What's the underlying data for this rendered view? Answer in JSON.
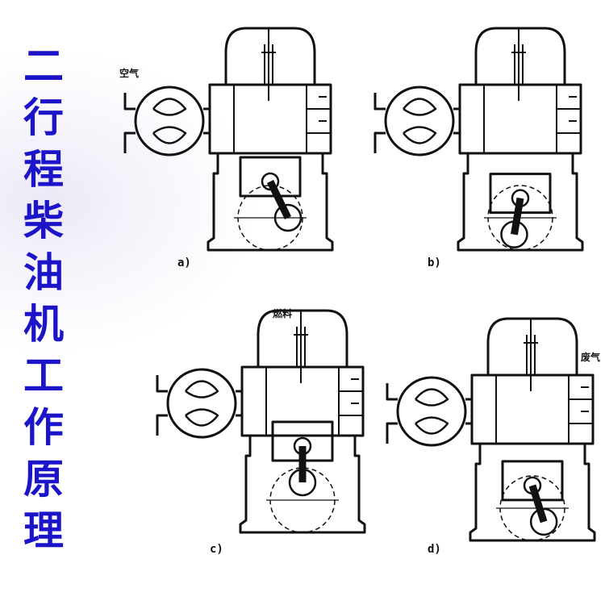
{
  "title": [
    "二",
    "行",
    "程",
    "柴",
    "油",
    "机",
    "工",
    "作",
    "原",
    "理"
  ],
  "panels": [
    {
      "caption": "a)",
      "crank_angle_deg": 90,
      "side_label": "空气",
      "top_label": ""
    },
    {
      "caption": "b)",
      "crank_angle_deg": 200,
      "side_label": "",
      "top_label": ""
    },
    {
      "caption": "c)",
      "crank_angle_deg": 0,
      "side_label": "",
      "top_label": "燃料"
    },
    {
      "caption": "d)",
      "crank_angle_deg": 140,
      "side_label": "废气",
      "top_label": ""
    }
  ],
  "colors": {
    "title": "#1b14c8",
    "ink": "#111111"
  }
}
